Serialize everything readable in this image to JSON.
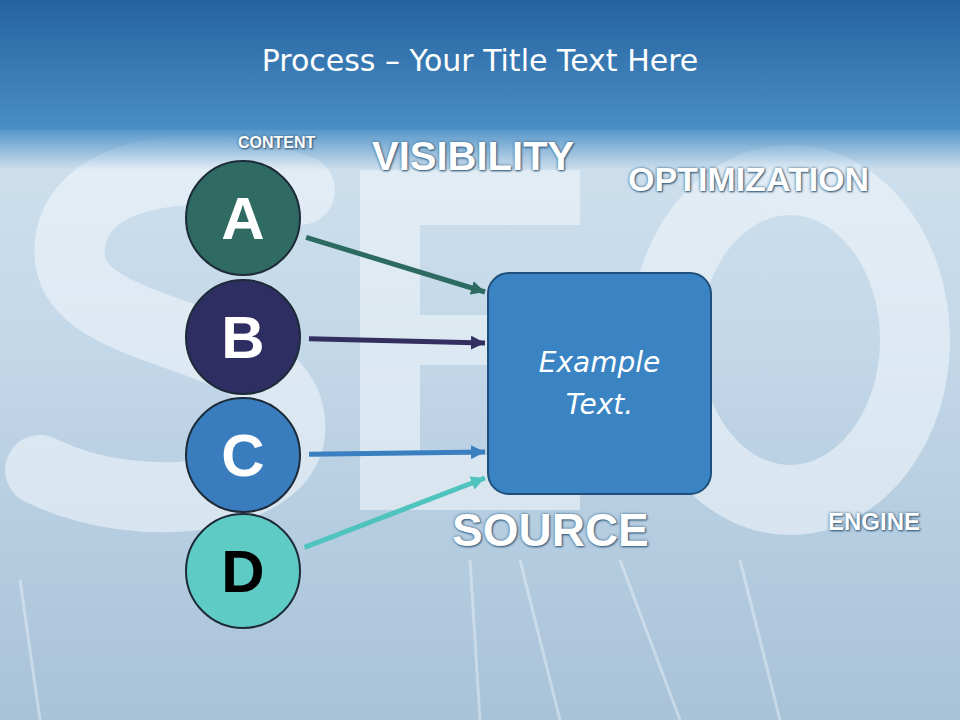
{
  "diagram": {
    "title": "Process – Your Title Text Here",
    "nodes": [
      {
        "text": [
          "A"
        ]
      },
      {
        "text": [
          "B"
        ]
      },
      {
        "text": [
          "C"
        ]
      },
      {
        "text": [
          "D"
        ]
      },
      {
        "text": [
          "Example Text."
        ]
      }
    ],
    "edges": [
      {
        "from": 0,
        "to": 4,
        "arrow": "to"
      },
      {
        "from": 1,
        "to": 4,
        "arrow": "to"
      },
      {
        "from": 2,
        "to": 4,
        "arrow": "to"
      },
      {
        "from": 3,
        "to": 4,
        "arrow": "to"
      }
    ],
    "labels": [
      "CONTENT",
      "VISIBILITY",
      "OPTIMIZATION",
      "SOURCE",
      "ENGINE"
    ]
  }
}
